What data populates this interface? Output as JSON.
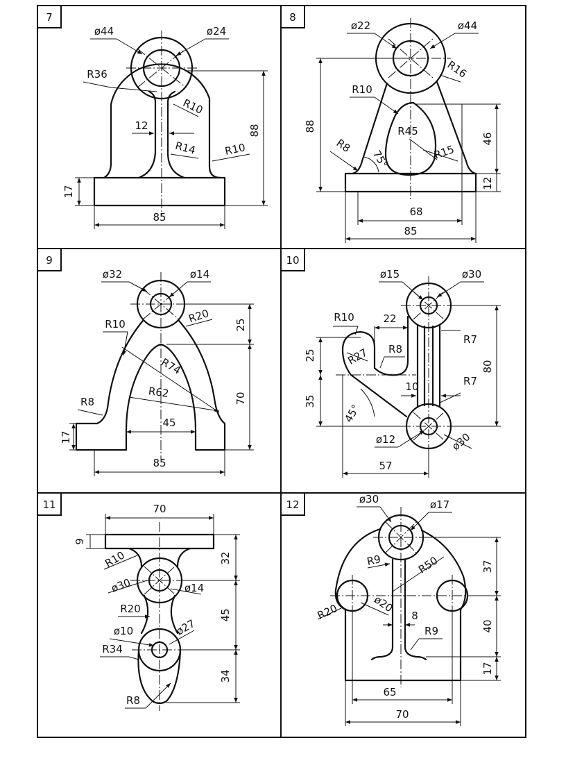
{
  "panels": [
    {
      "number": "7",
      "dims": {
        "d44": "ø44",
        "d24": "ø24",
        "r36": "R36",
        "r10a": "R10",
        "w12": "12",
        "r14": "R14",
        "r10b": "R10",
        "h88": "88",
        "h17": "17",
        "w85": "85"
      }
    },
    {
      "number": "8",
      "dims": {
        "d22": "ø22",
        "d44": "ø44",
        "r16": "R16",
        "r10": "R10",
        "h88": "88",
        "r45": "R45",
        "h46": "46",
        "r8": "R8",
        "a75": "75°",
        "r15": "R15",
        "h12": "12",
        "w68": "68",
        "w85": "85"
      }
    },
    {
      "number": "9",
      "dims": {
        "d32": "ø32",
        "d14": "ø14",
        "r10": "R10",
        "r20": "R20",
        "h25": "25",
        "r74": "R74",
        "r62": "R62",
        "h70": "70",
        "r8": "R8",
        "w45": "45",
        "h17": "17",
        "w85": "85"
      }
    },
    {
      "number": "10",
      "dims": {
        "d15": "ø15",
        "d30a": "ø30",
        "r10": "R10",
        "w22": "22",
        "r7a": "R7",
        "h25": "25",
        "r27": "R27",
        "r8": "R8",
        "h80": "80",
        "w10": "10",
        "r7b": "R7",
        "h35": "35",
        "a45": "45°",
        "d12": "ø12",
        "d30b": "ø30",
        "w57": "57"
      }
    },
    {
      "number": "11",
      "dims": {
        "w70": "70",
        "h9": "9",
        "r10": "R10",
        "h32": "32",
        "d30": "ø30",
        "d14": "ø14",
        "r20": "R20",
        "h45": "45",
        "d10": "ø10",
        "d27": "ø27",
        "r34": "R34",
        "h34": "34",
        "r8": "R8"
      }
    },
    {
      "number": "12",
      "dims": {
        "d30": "ø30",
        "d17": "ø17",
        "r9a": "R9",
        "r50": "R50",
        "h37": "37",
        "r20": "R20",
        "d20": "ø20",
        "w8": "8",
        "r9b": "R9",
        "h40": "40",
        "h17": "17",
        "w65": "65",
        "w70": "70"
      }
    }
  ]
}
